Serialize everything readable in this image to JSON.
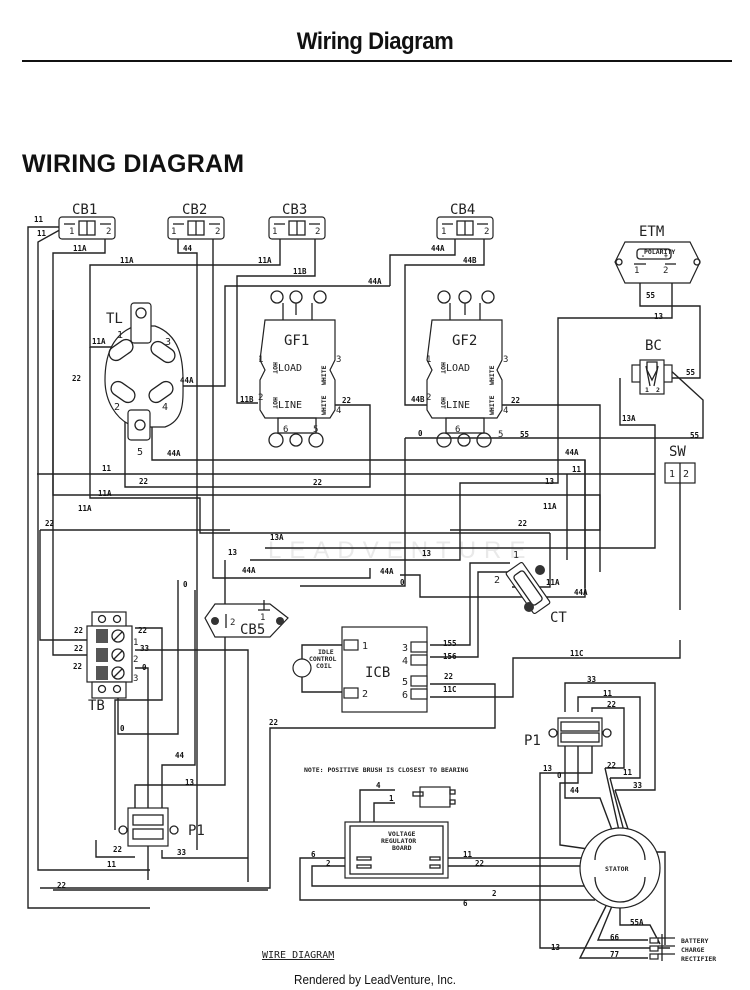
{
  "page": {
    "header_title": "Wiring Diagram",
    "section_title": "WIRING DIAGRAM",
    "footer": "Rendered by LeadVenture, Inc.",
    "watermark": "LEADVENTURE"
  },
  "components": {
    "cb1": {
      "label": "CB1",
      "pin1": "1",
      "pin2": "2"
    },
    "cb2": {
      "label": "CB2",
      "pin1": "1",
      "pin2": "2"
    },
    "cb3": {
      "label": "CB3",
      "pin1": "1",
      "pin2": "2"
    },
    "cb4": {
      "label": "CB4",
      "pin1": "1",
      "pin2": "2"
    },
    "cb5": {
      "label": "CB5",
      "pin1": "1",
      "pin2": "2"
    },
    "etm": {
      "label": "ETM",
      "polarity": "POLARITY",
      "minus": "-",
      "plus": "+",
      "pin1": "1",
      "pin2": "2"
    },
    "tl": {
      "label": "TL",
      "pins": [
        "1",
        "2",
        "3",
        "4",
        "5"
      ]
    },
    "gf1": {
      "label": "GF1",
      "load": "LOAD",
      "line": "LINE",
      "hot": "HOT",
      "white": "WHITE",
      "pins": [
        "1",
        "2",
        "3",
        "4",
        "5",
        "6"
      ]
    },
    "gf2": {
      "label": "GF2",
      "load": "LOAD",
      "line": "LINE",
      "hot": "HOT",
      "white": "WHITE",
      "pins": [
        "1",
        "2",
        "3",
        "4",
        "5",
        "6"
      ]
    },
    "bc": {
      "label": "BC",
      "pin1": "1",
      "pin2": "2"
    },
    "sw": {
      "label": "SW",
      "pin1": "1",
      "pin2": "2"
    },
    "ct": {
      "label": "CT",
      "pin1": "1",
      "pin2": "2"
    },
    "tb": {
      "label": "TB",
      "pins": [
        "1",
        "2",
        "3"
      ]
    },
    "icb": {
      "label": "ICB",
      "pins": [
        "1",
        "2",
        "3",
        "4",
        "5",
        "6"
      ]
    },
    "idle_coil": {
      "line1": "IDLE",
      "line2": "CONTROL",
      "line3": "COIL"
    },
    "p1_left": {
      "label": "P1"
    },
    "p1_right": {
      "label": "P1"
    },
    "vrb": {
      "line1": "VOLTAGE",
      "line2": "REGULATOR",
      "line3": "BOARD"
    },
    "stator": {
      "label": "STATOR"
    },
    "rectifier": {
      "line1": "BATTERY",
      "line2": "CHARGE",
      "line3": "RECTIFIER"
    }
  },
  "note": "NOTE: POSITIVE BRUSH IS CLOSEST TO BEARING",
  "wire_diagram_title": "WIRE DIAGRAM",
  "wire_labels": [
    {
      "id": "w11-cb1a",
      "text": "11"
    },
    {
      "id": "w11-cb1b",
      "text": "11"
    },
    {
      "id": "w11a-cb1",
      "text": "11A"
    },
    {
      "id": "w44-cb2",
      "text": "44"
    },
    {
      "id": "w11a-top",
      "text": "11A"
    },
    {
      "id": "w11a-cb3",
      "text": "11A"
    },
    {
      "id": "w11b-cb3",
      "text": "11B"
    },
    {
      "id": "w44a-top",
      "text": "44A"
    },
    {
      "id": "w44a-cb4",
      "text": "44A"
    },
    {
      "id": "w44b-cb4",
      "text": "44B"
    },
    {
      "id": "w55-etm",
      "text": "55"
    },
    {
      "id": "w13-etm",
      "text": "13"
    },
    {
      "id": "w55-bc",
      "text": "55"
    },
    {
      "id": "w13a-bc",
      "text": "13A"
    },
    {
      "id": "w55-sw",
      "text": "55"
    },
    {
      "id": "w11a-tl",
      "text": "11A"
    },
    {
      "id": "w22-tl",
      "text": "22"
    },
    {
      "id": "w44a-tl",
      "text": "44A"
    },
    {
      "id": "w11b-gf1",
      "text": "11B"
    },
    {
      "id": "w22-gf1",
      "text": "22"
    },
    {
      "id": "w44b-gf2",
      "text": "44B"
    },
    {
      "id": "w22-gf2",
      "text": "22"
    },
    {
      "id": "w0-gf2",
      "text": "0"
    },
    {
      "id": "w55-gf2",
      "text": "55"
    },
    {
      "id": "w44a-tl5",
      "text": "44A"
    },
    {
      "id": "w44a-r",
      "text": "44A"
    },
    {
      "id": "w11-mid",
      "text": "11"
    },
    {
      "id": "w11-r",
      "text": "11"
    },
    {
      "id": "w22-mid1",
      "text": "22"
    },
    {
      "id": "w22-mid2",
      "text": "22"
    },
    {
      "id": "w13-r",
      "text": "13"
    },
    {
      "id": "w11a-mid1",
      "text": "11A"
    },
    {
      "id": "w11a-mid2",
      "text": "11A"
    },
    {
      "id": "w11a-r",
      "text": "11A"
    },
    {
      "id": "w22-left",
      "text": "22"
    },
    {
      "id": "w22-r",
      "text": "22"
    },
    {
      "id": "w13a-mid",
      "text": "13A"
    },
    {
      "id": "w13-mid",
      "text": "13"
    },
    {
      "id": "w13-mid2",
      "text": "13"
    },
    {
      "id": "w44a-mid",
      "text": "44A"
    },
    {
      "id": "w44a-mid2",
      "text": "44A"
    },
    {
      "id": "w0-mid",
      "text": "0"
    },
    {
      "id": "w0-mid2",
      "text": "0"
    },
    {
      "id": "w11a-ct",
      "text": "11A"
    },
    {
      "id": "w44a-ct",
      "text": "44A"
    },
    {
      "id": "w22-tb1",
      "text": "22"
    },
    {
      "id": "w22-tb2",
      "text": "22"
    },
    {
      "id": "w22-tb3",
      "text": "22"
    },
    {
      "id": "w22-tb4",
      "text": "22"
    },
    {
      "id": "w33-tb",
      "text": "33"
    },
    {
      "id": "w0-tb",
      "text": "0"
    },
    {
      "id": "w0-tb2",
      "text": "0"
    },
    {
      "id": "w155",
      "text": "155"
    },
    {
      "id": "w156",
      "text": "156"
    },
    {
      "id": "w22-icb",
      "text": "22"
    },
    {
      "id": "w11c-icb",
      "text": "11C"
    },
    {
      "id": "w11c-top",
      "text": "11C"
    },
    {
      "id": "w22-long",
      "text": "22"
    },
    {
      "id": "w44-p1",
      "text": "44"
    },
    {
      "id": "w13-p1",
      "text": "13"
    },
    {
      "id": "w22-p1",
      "text": "22"
    },
    {
      "id": "w11-p1",
      "text": "11"
    },
    {
      "id": "w33-p1",
      "text": "33"
    },
    {
      "id": "w22-bottom",
      "text": "22"
    },
    {
      "id": "w33-p1r",
      "text": "33"
    },
    {
      "id": "w11-p1r",
      "text": "11"
    },
    {
      "id": "w22-p1r",
      "text": "22"
    },
    {
      "id": "w13-p1r",
      "text": "13"
    },
    {
      "id": "w0-p1r",
      "text": "0"
    },
    {
      "id": "w44-p1r",
      "text": "44"
    },
    {
      "id": "w22-p1r2",
      "text": "22"
    },
    {
      "id": "w11-p1r2",
      "text": "11"
    },
    {
      "id": "w33-p1r2",
      "text": "33"
    },
    {
      "id": "w4-brush",
      "text": "4"
    },
    {
      "id": "w1-brush",
      "text": "1"
    },
    {
      "id": "w6-vrb",
      "text": "6"
    },
    {
      "id": "w2-vrb",
      "text": "2"
    },
    {
      "id": "w11-vrb",
      "text": "11"
    },
    {
      "id": "w22-vrb",
      "text": "22"
    },
    {
      "id": "w2-bottom",
      "text": "2"
    },
    {
      "id": "w6-bottom",
      "text": "6"
    },
    {
      "id": "w55a",
      "text": "55A"
    },
    {
      "id": "w66",
      "text": "66"
    },
    {
      "id": "w13-stator",
      "text": "13"
    },
    {
      "id": "w77",
      "text": "77"
    }
  ]
}
